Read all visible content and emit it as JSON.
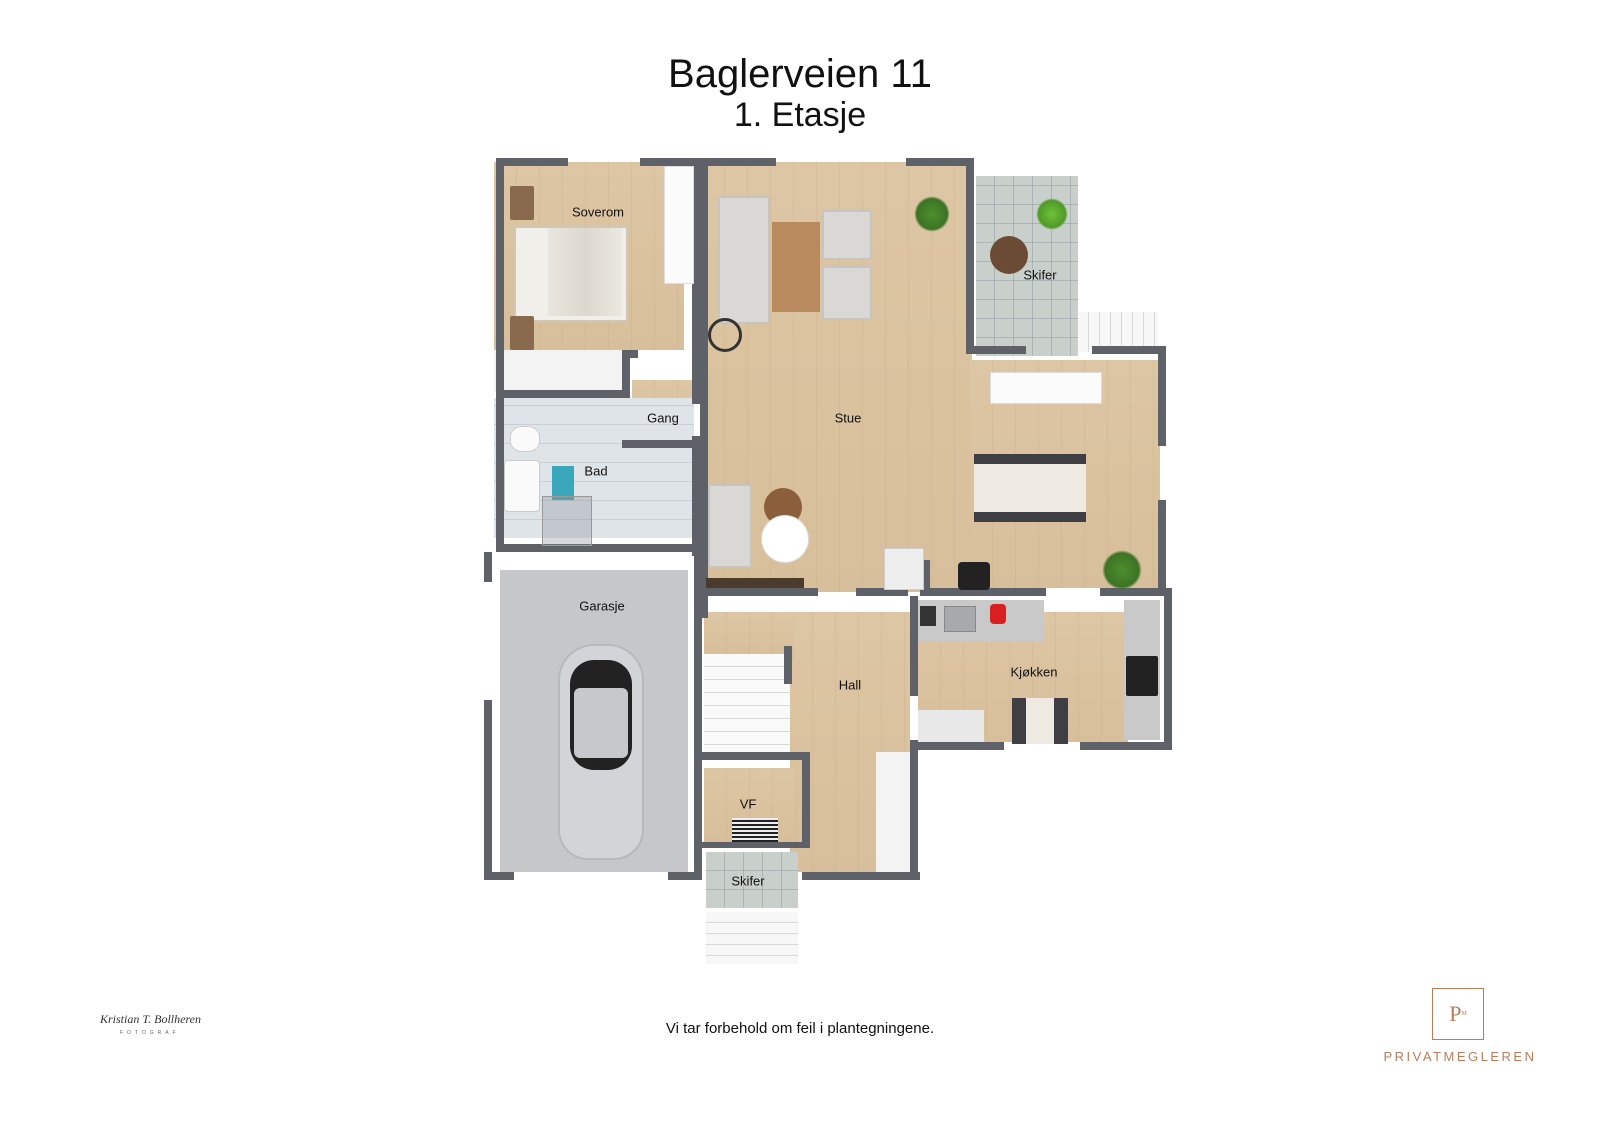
{
  "header": {
    "title": "Baglerveien 11",
    "subtitle": "1. Etasje"
  },
  "rooms": [
    {
      "id": "soverom",
      "label": "Soverom"
    },
    {
      "id": "gang",
      "label": "Gang"
    },
    {
      "id": "bad",
      "label": "Bad"
    },
    {
      "id": "stue",
      "label": "Stue"
    },
    {
      "id": "skifer_terrace",
      "label": "Skifer"
    },
    {
      "id": "garasje",
      "label": "Garasje"
    },
    {
      "id": "hall",
      "label": "Hall"
    },
    {
      "id": "kjokken",
      "label": "Kjøkken"
    },
    {
      "id": "vf",
      "label": "VF"
    },
    {
      "id": "skifer_entrance",
      "label": "Skifer"
    }
  ],
  "footer": {
    "disclaimer": "Vi tar forbehold om feil i plantegningene."
  },
  "branding": {
    "logo_letter": "P",
    "logo_superscript": "M",
    "company": "PRIVATMEGLEREN",
    "accent_color": "#b97d5a",
    "photographer_signature": "Kristian T. Bollheren",
    "photographer_subtitle": "FOTOGRAF"
  },
  "colors": {
    "wall": "#5e6167",
    "wood_floor": "#dcc4a1",
    "garage_floor": "#c6c7c9",
    "slate": "#c9d0cc"
  }
}
